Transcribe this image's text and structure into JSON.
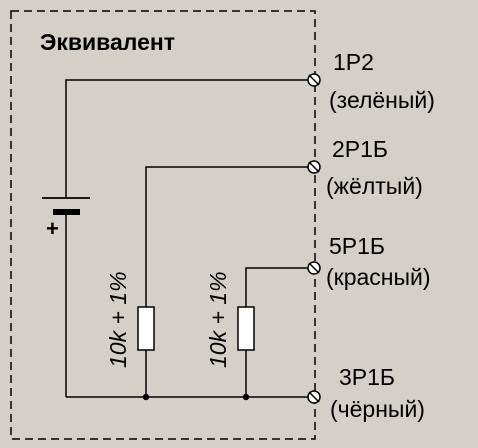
{
  "title": "Эквивалент",
  "battery": {
    "polarity_label": "+"
  },
  "resistors": [
    {
      "label": "10k + 1%"
    },
    {
      "label": "10k + 1%"
    }
  ],
  "terminals": [
    {
      "pin": "1Р2",
      "wire_color": "(зелёный)"
    },
    {
      "pin": "2Р1Б",
      "wire_color": "(жёлтый)"
    },
    {
      "pin": "5Р1Б",
      "wire_color": "(красный)"
    },
    {
      "pin": "3Р1Б",
      "wire_color": "(чёрный)"
    }
  ]
}
